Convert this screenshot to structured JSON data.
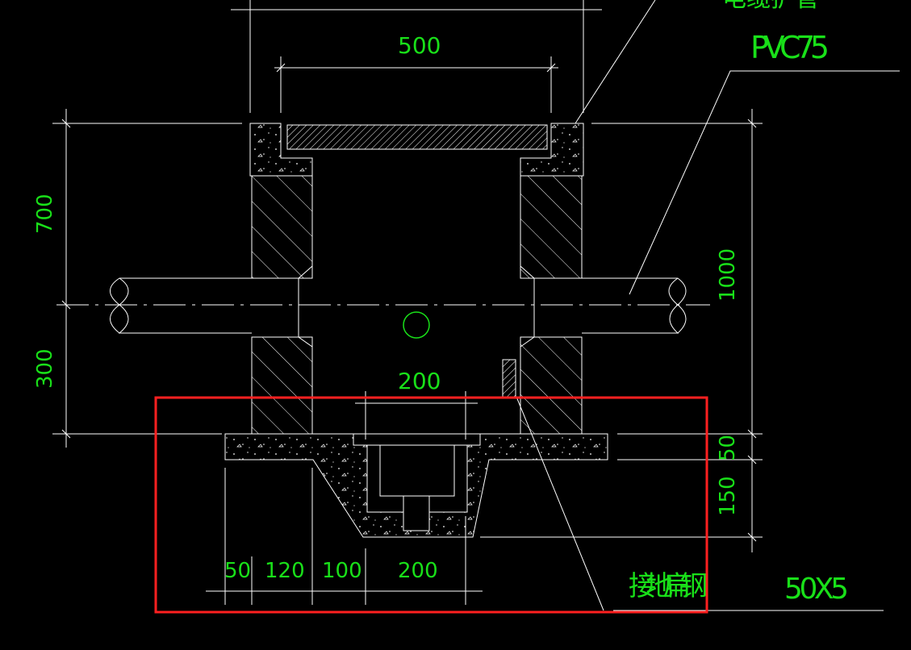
{
  "colors": {
    "background": "#000000",
    "lines": "#ffffff",
    "dimension_text": "#19e019",
    "highlight": "#ff2020"
  },
  "labels": {
    "top_note": "电缆护管",
    "pipe": "PVC75",
    "earth_strip": "接地扁钢",
    "earth_strip_size": "50X5"
  },
  "dimensions": {
    "top_width": "500",
    "left_upper": "700",
    "left_lower": "300",
    "right_total": "1000",
    "mid_200": "200",
    "right_50": "50",
    "right_150": "150",
    "bottom": [
      "50",
      "120",
      "100",
      "200"
    ]
  },
  "highlight_box": {
    "visible": true
  }
}
